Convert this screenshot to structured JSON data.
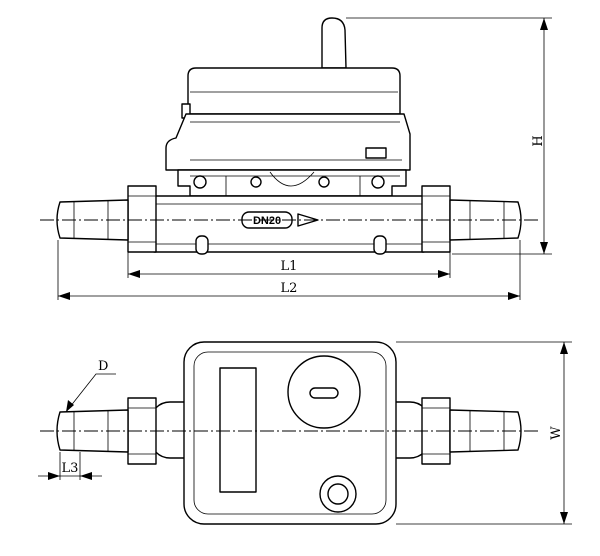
{
  "front_view": {
    "nominal_size_tag": "DN20",
    "dimension_labels": {
      "height": "H",
      "length_inner": "L1",
      "length_overall": "L2"
    }
  },
  "top_view": {
    "dimension_labels": {
      "diameter": "D",
      "spigot_length": "L3",
      "width": "W"
    }
  }
}
